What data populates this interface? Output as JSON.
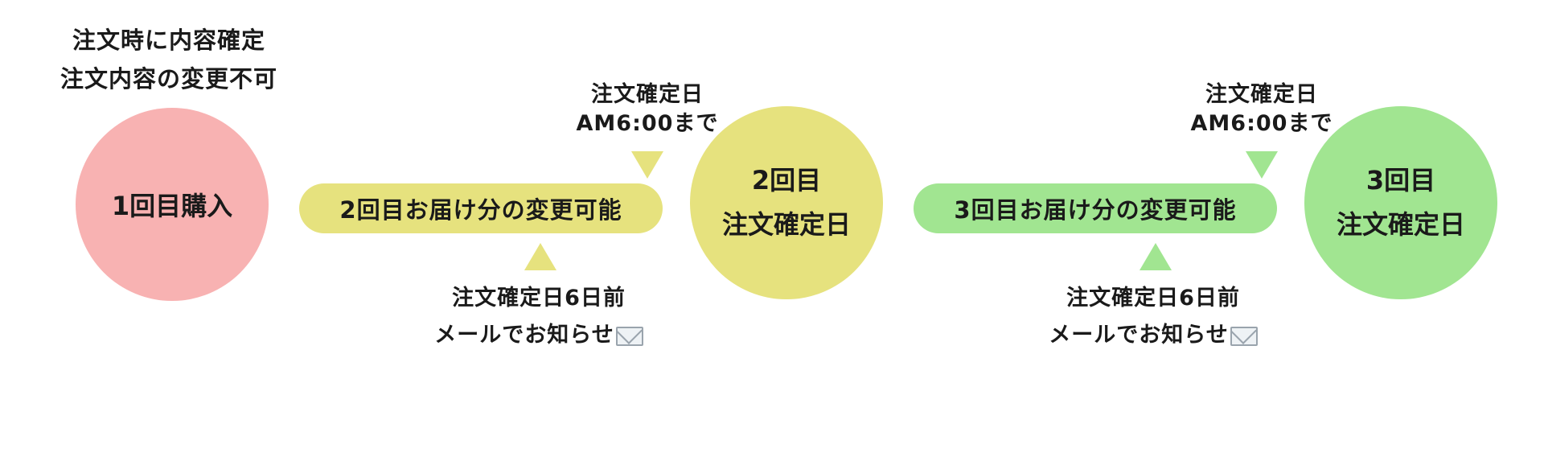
{
  "colors": {
    "pink": "#f8b2b2",
    "yellow": "#e6e27e",
    "green": "#a1e591",
    "text": "#1a1a1a"
  },
  "note_first": {
    "line1": "注文時に内容確定",
    "line2": "注文内容の変更不可"
  },
  "step1": {
    "label": "1回目購入"
  },
  "period2": {
    "label": "2回目お届け分の変更可能",
    "deadline_line1": "注文確定日",
    "deadline_line2": "AM6:00まで",
    "notice_line1": "注文確定日6日前",
    "notice_line2": "メールでお知らせ",
    "notice_icon": "envelope-icon"
  },
  "step2": {
    "line1": "2回目",
    "line2": "注文確定日"
  },
  "period3": {
    "label": "3回目お届け分の変更可能",
    "deadline_line1": "注文確定日",
    "deadline_line2": "AM6:00まで",
    "notice_line1": "注文確定日6日前",
    "notice_line2": "メールでお知らせ",
    "notice_icon": "envelope-icon"
  },
  "step3": {
    "line1": "3回目",
    "line2": "注文確定日"
  }
}
